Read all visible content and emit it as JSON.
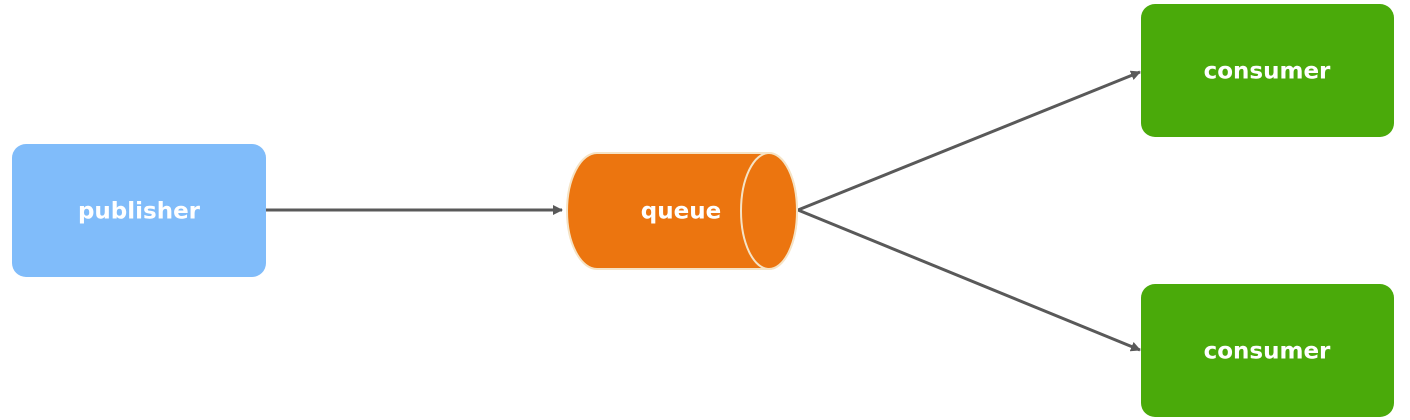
{
  "nodes": {
    "publisher": {
      "label": "publisher",
      "color": "#80bcfa"
    },
    "queue": {
      "label": "queue",
      "color": "#ec750f",
      "outline": "#f5e3c5"
    },
    "consumers": [
      {
        "label": "consumer",
        "color": "#4aaa0a"
      },
      {
        "label": "consumer",
        "color": "#4aaa0a"
      }
    ]
  },
  "edges": {
    "color": "#595959"
  }
}
